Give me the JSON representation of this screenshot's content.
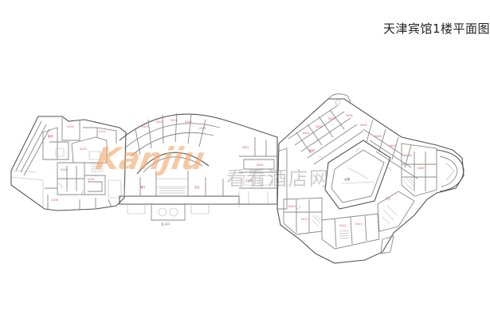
{
  "title": "天津宾馆1楼平面图",
  "watermark": {
    "brand_latin": "Kanjiu",
    "brand_chinese": "看看酒店网",
    "latin_color": "#f0a86e",
    "chinese_color": "#8d8d8d"
  },
  "plan_labels": {
    "lobby": "大堂",
    "entrance": "主入口",
    "room_a": "客房",
    "room_b": "餐厅",
    "room_c": "会议",
    "room_d": "办公"
  },
  "colors": {
    "walls": "#8a8a8a",
    "room_labels": "#d0505a",
    "background": "#ffffff"
  }
}
